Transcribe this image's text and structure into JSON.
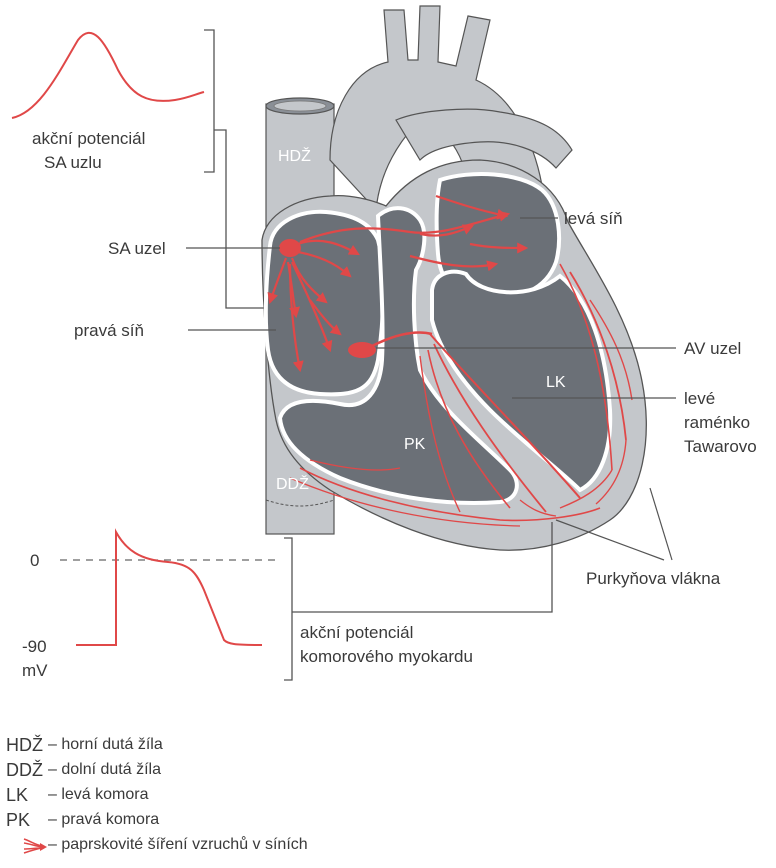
{
  "top_potential": {
    "label_line1": "akční potenciál",
    "label_line2": "SA uzlu"
  },
  "bottom_potential": {
    "zero_tick": "0",
    "min_tick": "-90",
    "unit": "mV",
    "label_line1": "akční potenciál",
    "label_line2": "komorového myokardu"
  },
  "heart": {
    "svc": "HDŽ",
    "ivc": "DDŽ",
    "rv": "PK",
    "lv": "LK"
  },
  "callouts": {
    "sa_node": "SA uzel",
    "right_atrium": "pravá síň",
    "left_atrium": "levá síň",
    "av_node": "AV uzel",
    "left_bundle_line1": "levé",
    "left_bundle_line2": "raménko",
    "left_bundle_line3": "Tawarovo",
    "purkinje": "Purkyňova vlákna"
  },
  "legend": [
    {
      "abbr": "HDŽ",
      "desc": "– horní dutá žíla"
    },
    {
      "abbr": "DDŽ",
      "desc": "– dolní dutá žíla"
    },
    {
      "abbr": "LK",
      "desc": "– levá komora"
    },
    {
      "abbr": "PK",
      "desc": "– pravá komora"
    },
    {
      "abbr": "",
      "icon": "radiating-arrow-icon",
      "desc": "– paprskovité šíření vzruchů v síních"
    }
  ],
  "colors": {
    "red": "#e04848",
    "light_gray": "#c4c7cb",
    "dark_gray": "#6b7077",
    "outline": "#ffffff",
    "line": "#555555"
  }
}
